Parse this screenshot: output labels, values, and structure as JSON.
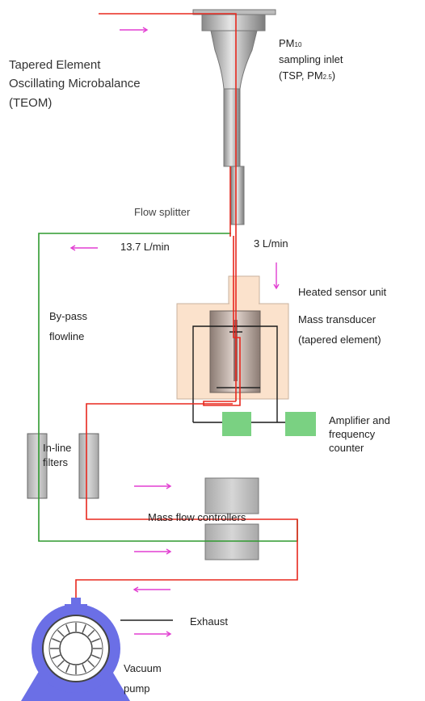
{
  "title": {
    "line1": "Tapered Element",
    "line2": "Oscillating Microbalance",
    "line3": "(TEOM)"
  },
  "inlet": {
    "pm_prefix": "PM",
    "pm_sub": "10",
    "line2": "sampling inlet",
    "line3_prefix": "(TSP, PM",
    "line3_sub": "2.5",
    "line3_suffix": ")"
  },
  "flow_splitter": "Flow splitter",
  "bypass_flow": "13.7 L/min",
  "sensor_flow": "3 L/min",
  "heated_sensor_unit": "Heated sensor unit",
  "mass_transducer": {
    "line1": "Mass transducer",
    "line2": "(tapered element)"
  },
  "amplifier": {
    "line1": "Amplifier and",
    "line2": "frequency",
    "line3": "counter"
  },
  "bypass_flowline": {
    "line1": "By-pass",
    "line2": "flowline"
  },
  "inline_filters": {
    "line1": "In-line",
    "line2": "filters"
  },
  "mass_flow_controllers": "Mass flow controllers",
  "exhaust": "Exhaust",
  "vacuum_pump": {
    "line1": "Vacuum",
    "line2": "pump"
  },
  "colors": {
    "sample_line": "#e8281e",
    "bypass_line": "#2f9a2f",
    "arrow": "#e23fd2",
    "pump": "#6b6fe6",
    "heated_unit": "#fbe2cc",
    "amplifier_box": "#7ad182",
    "component_grey": "#c8c8c8"
  }
}
